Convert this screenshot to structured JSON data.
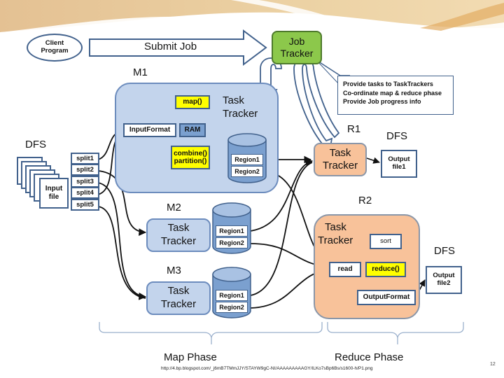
{
  "slide": {
    "page_number": "12",
    "source_url": "http://4.bp.blogspot.com/_j6mB7TMmJJY/STAYW9gC-NI/AAAAAAAAAGY/ILKo7sBp6Bs/s1600-h/P1.png"
  },
  "client": {
    "label_line1": "Client",
    "label_line2": "Program"
  },
  "submit_job": {
    "label": "Submit Job"
  },
  "job_tracker": {
    "label_line1": "Job",
    "label_line2": "Tracker",
    "color": "#8cc84b",
    "callout": [
      "Provide tasks to TaskTrackers",
      "Co-ordinate map & reduce phase",
      "Provide Job progress info"
    ]
  },
  "dfs_input": {
    "label": "DFS",
    "file_line1": "Input",
    "file_line2": "file",
    "splits": [
      "split1",
      "split2",
      "split3",
      "split4",
      "split5"
    ]
  },
  "m1": {
    "label": "M1",
    "tracker_line1": "Task",
    "tracker_line2": "Tracker",
    "map": "map()",
    "input_format": "InputFormat",
    "ram": "RAM",
    "combine": "combine()",
    "partition": "partition()",
    "regions": [
      "Region1",
      "Region2"
    ]
  },
  "m2": {
    "label": "M2",
    "tracker_line1": "Task",
    "tracker_line2": "Tracker",
    "regions": [
      "Region1",
      "Region2"
    ]
  },
  "m3": {
    "label": "M3",
    "tracker_line1": "Task",
    "tracker_line2": "Tracker",
    "regions": [
      "Region1",
      "Region2"
    ]
  },
  "r1": {
    "label": "R1",
    "tracker_line1": "Task",
    "tracker_line2": "Tracker",
    "dfs_label": "DFS",
    "output_line1": "Output",
    "output_line2": "file1"
  },
  "r2": {
    "label": "R2",
    "tracker_line1": "Task",
    "tracker_line2": "Tracker",
    "read": "read",
    "sort": "sort",
    "reduce": "reduce()",
    "output_format": "OutputFormat",
    "dfs_label": "DFS",
    "output_line1": "Output",
    "output_line2": "file2"
  },
  "phases": {
    "map": "Map Phase",
    "reduce": "Reduce Phase"
  },
  "colors": {
    "map_blue": "#c3d4ec",
    "reduce_orange": "#f8c29a",
    "highlight_yellow": "#ffff00",
    "border_blue": "#41618c"
  }
}
